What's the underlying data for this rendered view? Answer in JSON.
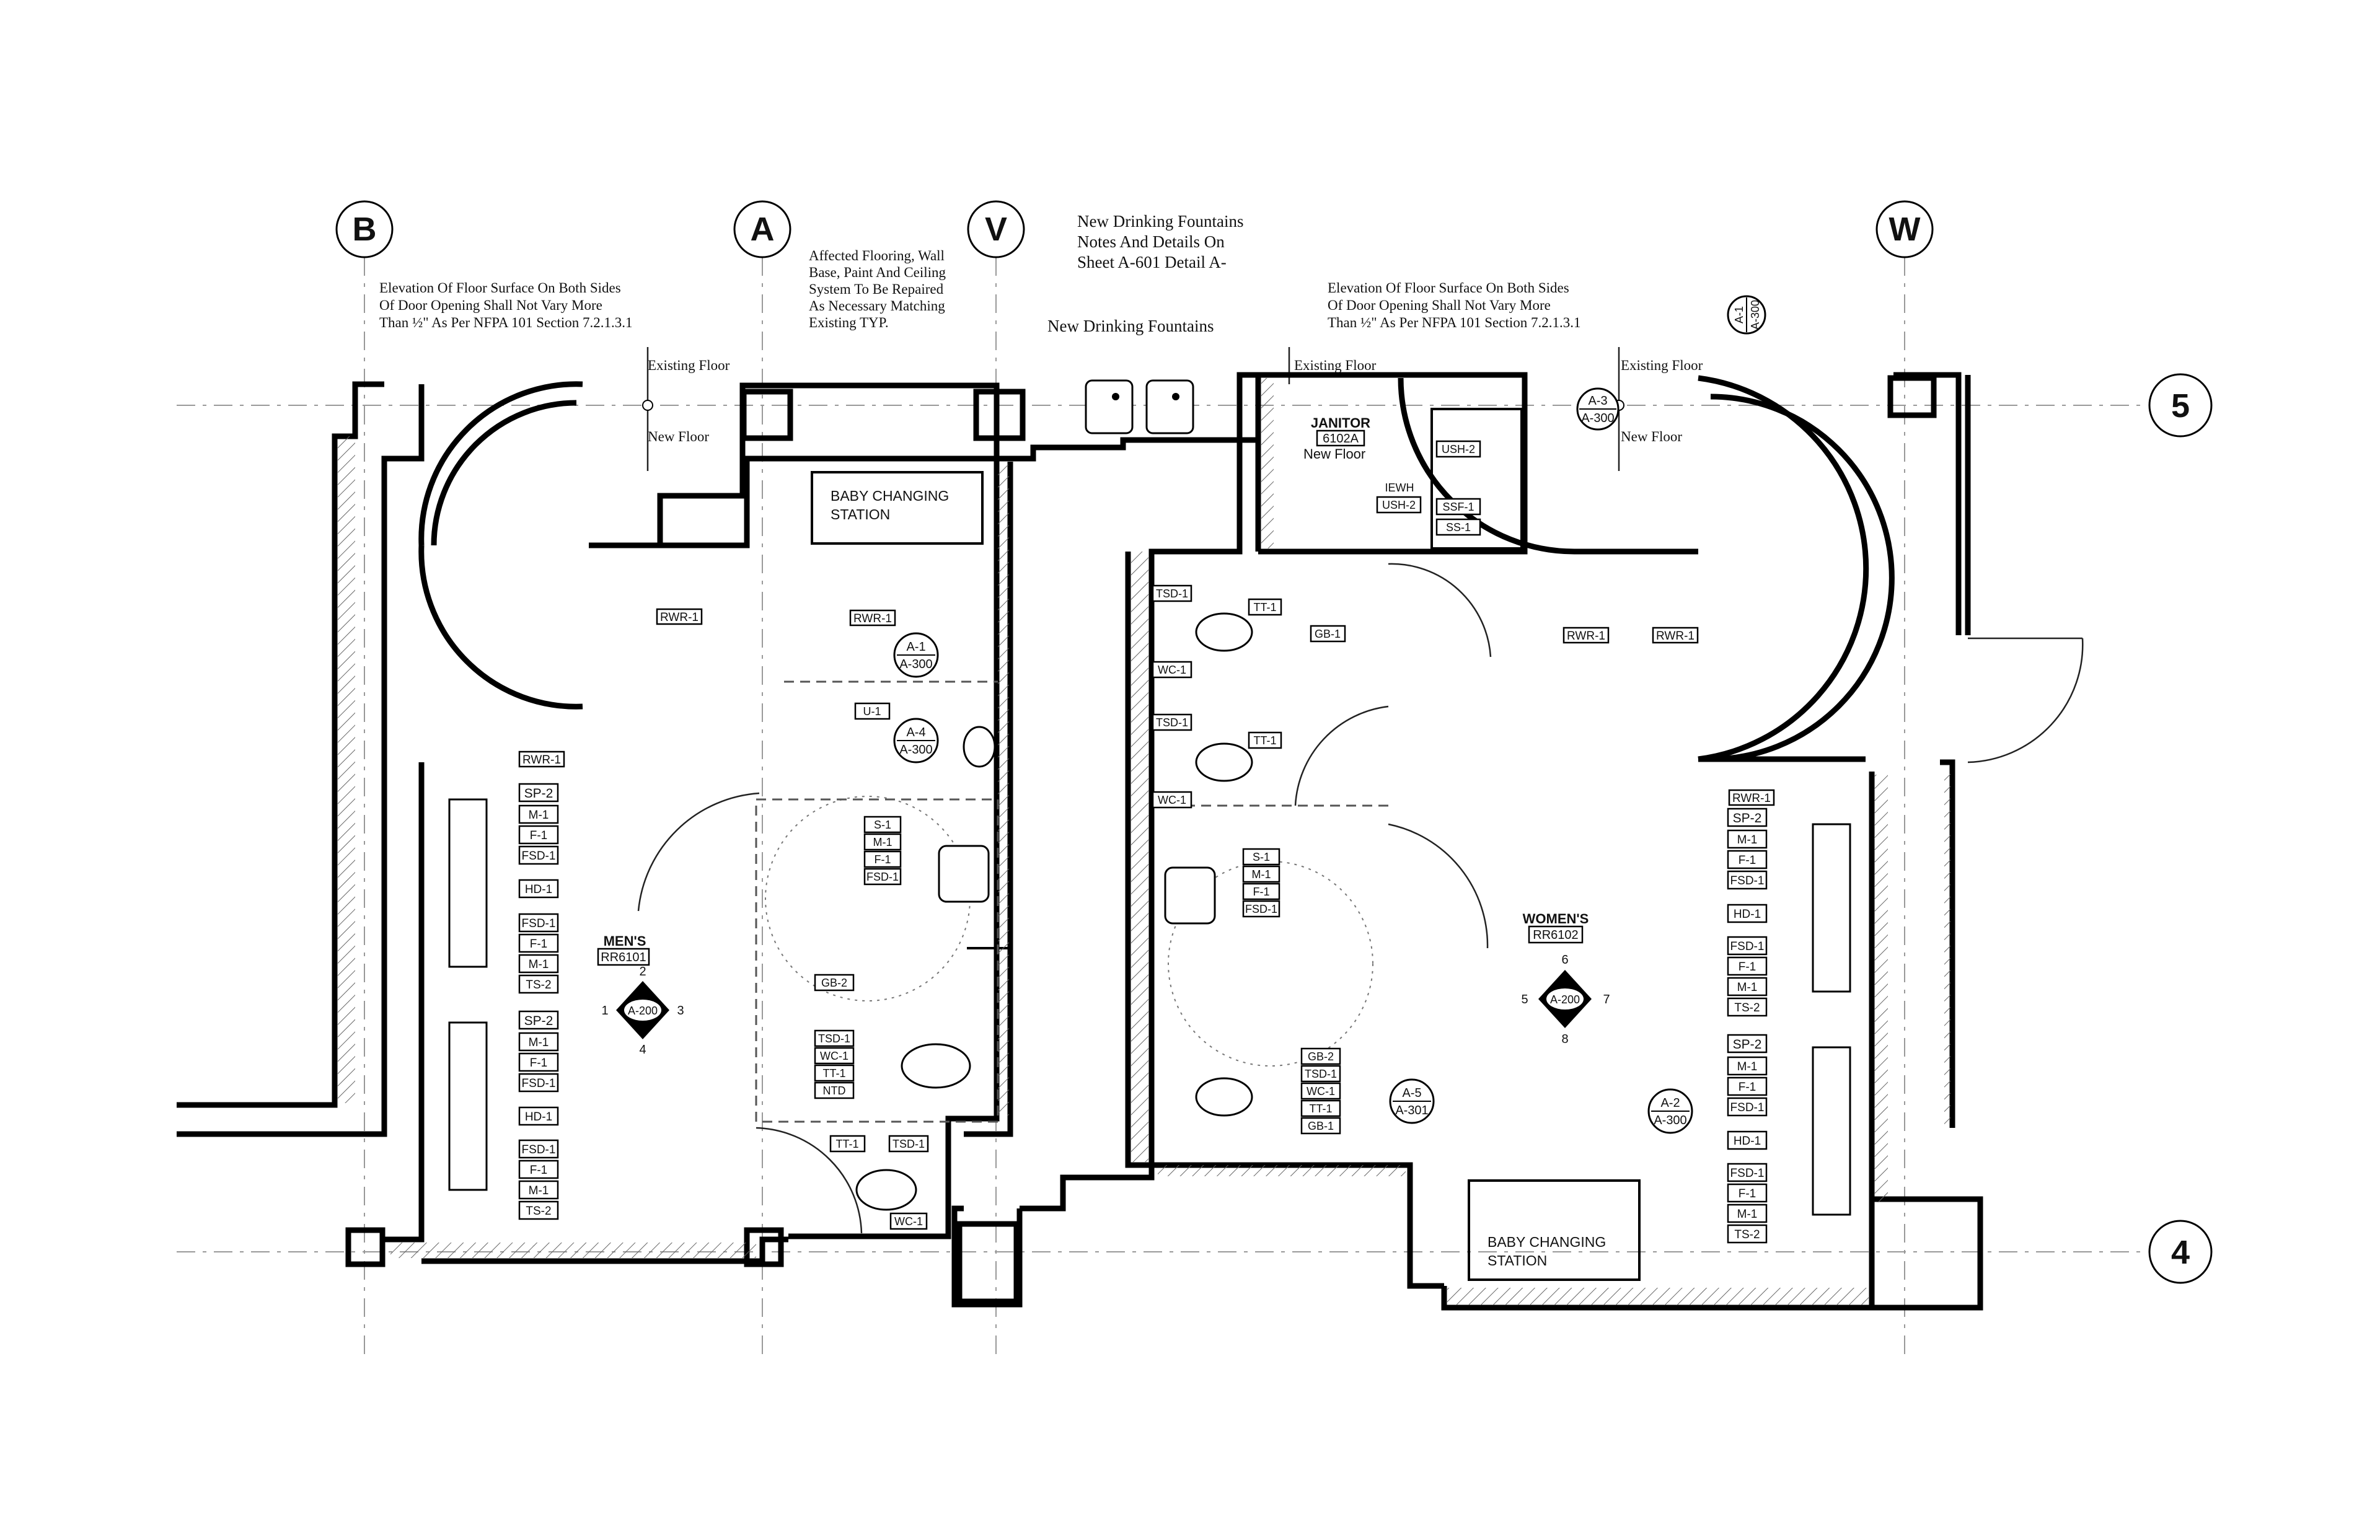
{
  "grid": {
    "columns": [
      "B",
      "A",
      "V",
      "W"
    ],
    "rows": [
      "5",
      "4"
    ]
  },
  "notes": {
    "left_elevation": [
      "Elevation Of Floor Surface On Both Sides",
      "Of Door Opening Shall Not Vary More",
      "Than ½\" As Per NFPA 101 Section 7.2.1.3.1"
    ],
    "right_elevation": [
      "Elevation Of Floor Surface On Both Sides",
      "Of Door Opening Shall Not Vary More",
      "Than ½\" As Per NFPA 101 Section 7.2.1.3.1"
    ],
    "flooring": [
      "Affected Flooring, Wall",
      "Base, Paint And Ceiling",
      "System To Be Repaired",
      "As Necessary Matching",
      "Existing TYP."
    ],
    "fountain_details": [
      "New Drinking Fountains",
      "Notes And Details On",
      "Sheet A-601 Detail A-"
    ],
    "fountain_label": "New Drinking Fountains",
    "existing_floor": "Existing Floor",
    "new_floor": "New Floor"
  },
  "rooms": {
    "mens": {
      "name": "MEN'S",
      "number": "RR6101"
    },
    "womens": {
      "name": "WOMEN'S",
      "number": "RR6102"
    },
    "janitor": {
      "name": "JANITOR",
      "number": "6102A",
      "floor_note": "New Floor"
    },
    "baby_mens": [
      "BABY CHANGING",
      "STATION"
    ],
    "baby_womens": [
      "BABY CHANGING",
      "STATION"
    ]
  },
  "elevation_markers": {
    "mens": {
      "sheet": "A-200",
      "n": "2",
      "e": "3",
      "s": "4",
      "w": "1"
    },
    "womens": {
      "sheet": "A-200",
      "n": "6",
      "e": "7",
      "s": "8",
      "w": "5"
    }
  },
  "section_refs": [
    {
      "top": "A-1",
      "bottom": "A-300"
    },
    {
      "top": "A-4",
      "bottom": "A-300"
    },
    {
      "top": "A-5",
      "bottom": "A-301"
    },
    {
      "top": "A-2",
      "bottom": "A-300"
    },
    {
      "top": "A-3",
      "bottom": "A-300"
    },
    {
      "top": "A-1",
      "bottom": "A-300"
    }
  ],
  "tags": {
    "rwr": "RWR-1",
    "mens_top_stack": [
      "SP-2",
      "M-1",
      "F-1",
      "FSD-1",
      "HD-1",
      "FSD-1",
      "F-1",
      "M-1",
      "TS-2"
    ],
    "mens_bottom_stack": [
      "SP-2",
      "M-1",
      "F-1",
      "FSD-1",
      "HD-1",
      "FSD-1",
      "F-1",
      "M-1",
      "TS-2"
    ],
    "womens_top_stack": [
      "SP-2",
      "M-1",
      "F-1",
      "FSD-1",
      "HD-1",
      "FSD-1",
      "F-1",
      "M-1",
      "TS-2"
    ],
    "womens_bottom_stack": [
      "SP-2",
      "M-1",
      "F-1",
      "FSD-1",
      "HD-1",
      "FSD-1",
      "F-1",
      "M-1",
      "TS-2"
    ],
    "mens_sink": [
      "S-1",
      "M-1",
      "F-1",
      "FSD-1"
    ],
    "womens_sink": [
      "S-1",
      "M-1",
      "F-1",
      "FSD-1"
    ],
    "mens_stall": [
      "TSD-1",
      "WC-1",
      "TT-1",
      "NTD"
    ],
    "womens_stall_1": [
      "TSD-1",
      "TT-1",
      "WC-1"
    ],
    "womens_stall_2": [
      "TSD-1",
      "TT-1",
      "WC-1"
    ],
    "womens_stall_3": [
      "GB-2",
      "TSD-1",
      "WC-1",
      "TT-1",
      "GB-1"
    ],
    "janitor": [
      "USH-2",
      "SSF-1",
      "SS-1",
      "IEWH",
      "USH-2"
    ],
    "u1": "U-1",
    "gb2": "GB-2",
    "gb1": "GB-1",
    "tt1": "TT-1",
    "tsd1": "TSD-1",
    "wc1": "WC-1"
  }
}
